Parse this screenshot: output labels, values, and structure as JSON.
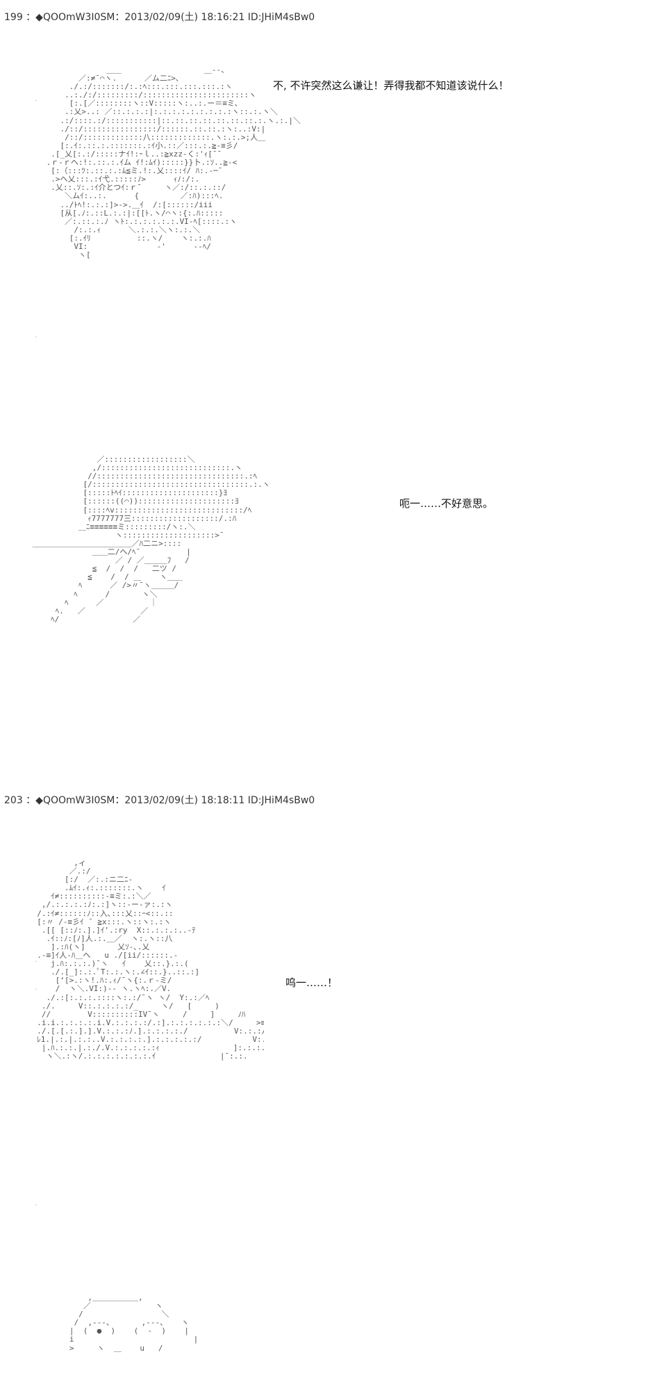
{
  "posts": [
    {
      "header": "199 ：◆QOOmW3I0SM：2013/02/09(土) 18:16:21 ID:JHiM4sBw0",
      "speech": [
        "不, 不许突然这么谦让！弄得我都不知道该说什么！",
        "呃一……不好意思。"
      ],
      "art": [
        "              ＿＿                  ＿-‐、\n        ／:≠¯⌒ヽ.      ／ム二ﾆ>､\n      ./.:/:::::::/:.:ﾍ:::.:::.:::.:::.:ヽ\n     ..:./:/:::::::::/:::::::::::::::::::::::ヽ\n      [:.[／::::::::ヽ::V:::::ヽ:..:.ー＝≡ミ､\n     .:乂>..: ／::.:.:.:|:.:.:.:.:.:.:.:.:ヽ::.:.ヽ＼\n    .:/::::.:/:::::::::::|::.::.::.::.::.::.::.:.ヽ.:.|＼\n    ./::/::::::::::::::::/::::::.::.::.:ヽ:..:V:|\n     /::/:::::::::::::八:::::::::::::.ヽ:.:.>;人＿\n    [:.ｲ:.::.:.:::::::.:ｲ小.::／:::.:.≧‐≡彡/\n  .[_乂[:.:/:::::ナｲ!:ｰｌ..:≧xzz‐く:'ｨ[¯¯\n .ｒ‐ｒヘ:!:.::.:.ｲム ｲ!:ﾑｲ):::::}}卜.:ｿ..≧‐<\n  [:（:::ﾂ:.::.:.:ﾑ≦ミ.!:.乂::::ｲ/ ﾊ:.‐─¯\n  .>ヘ乂:::.:ｲ弋.:::::ﾉ>      ｨﾉ:/:.\n  .乂::.ｿ:.:ｲ介とつｲ:ｒ¯     ヽ／:/::.:.::/\n     ＼ムｲ:..:.      {         ／:ﾊ):::ﾍ.\n    ../ﾄﾍ!:.:.:]>‐>.＿ｲ  /:[::::::/iii\n    [从[.ﾉ:.::L.:.:|:[[ﾄ.ヽ/⌒ヽ:{:.ﾊ:::::\n     ／:.::.:.ﾉ ヽﾄ:.:.:.:.:.:.VI‐ﾍ[::::.:ヽ\n       /:.:.ｨ      ＼.:.:.＼ヽ:.:.＼\n      [:.ｲﾘ          ::.ヽ/    ヽ:.:.ﾊ\n       VI:               ‐'      ‐‐ﾍ/\n        ヽ[",
        "               ／::::::::::::::::::＼\n              ,/::::::::::::::::::::::::::::.ヽ\n             //::::::::::::::::::::::::::::::::.:ﾍ\n            [/::::::::::::::::::::::::::::::::::.:.ヽ\n            [:::::ﾄﾍｲ:::::::::::::::::::::}ﾖ\n            [::::::((⌒)):::::::::::::::::::::ﾖ\n            [::::ﾍv::::::::::::::::::::::::::::/ﾍ\n             ｨ7777777三:::::::::::::::::::/.:ﾊ\n           ＿ﾆ≡≡≡≡≡≡ミ:::::::::/ヽ:.＼\n                   ヽ::::::::::::::::::::>¯\n ＿＿＿＿＿＿＿＿＿＿＿＿＿／ﾊ二ニ>::::\n              ＿＿二/ヘ/ﾍ¯          |\n                   ／ / ／＿＿＿ﾌ   /\n              ≦  /  /  /   二ツ /\n             ≦    /  / ＿    ヽ＿＿\n           ﾍ      ／ />〃¯ヽ＿＿＿/\n          ﾍ      /       ヽ＼\n        ﾍ      ／          ｜\n      ﾍ.   ／            ／\n     ﾍ/                ／"
      ]
    },
    {
      "header": "203 ：◆QOOmW3I0SM：2013/02/09(土) 18:18:11 ID:JHiM4sBw0",
      "speech": [
        "呜一……！"
      ],
      "art": [
        "          ,ィ\n         ／.:/\n        [:/  ／:.:ニ二ﾆ‐\n        .ﾑｲ:.ｨ:.:::::::.ヽ    ｲ\n     ｲ≠::::::::::‐≡ミ:.:＼／\n   ,/.:.:.:.:ﾉ:.:]ヽ::‐ー‐ァ:.:ヽ\n  /.:ｲ≠::::::ﾉ::入､:::乂::ｰ<::.::\n  [:〃 /‐≡彡ｲ ¯ ≧x:::.ヽ::ヽ:.:ヽ\n   .[[ [::ﾉ:.].]ｲ'.:ry  X::.:.:.:..‐ﾃ\n    .ｲ::ﾉ:[ﾉ]人.:.＿／  ヽ:.ヽ::八\n     ].:ﾊ(ヽ]       乂ｿ‐､.乂\n  .‐≡]ｲ人‐ﾊ＿へ   u ./[ii/::::::.‐\n     j.ﾊ:.:.:.)¯ヽ   ｲ    乂::.}.:.(\n     ./.[_]:.:.ﾟT:.:.ヽ:.∠ｲ::.}..::.:]\n      [‘[>.:ヽ!.ﾊ:.ｨ/¯ヽ{:.ｒ‐ミ/\n      /  ヽ＼.VI:)‐‐ ヽ.ヽﾍ:.／V.\n    ./.:[:.:.:.::::ヽ:.:/¯ヽ ヽ/  Y:.:／ﾍ\n   ./.     V::.:.:.:.:/_     ヽ/   [     )\n   //        V::::::::::IV¯ヽ     /     ]     ﾉﾊ\n  .i.i.:.:.:.:.i.V.:.:.:.:/.:].:.:.:.:.:.:＼/     >≡彡/::\n  ./.[.[.:.].].V.:.:.:ﾉ.].:.:.:.:./          V:.:.:/.:.\n  ﾚ1.|.:.|.:.:..V.:.:.:.:.].:.:.:.:.:/           V:.[.:.:.:/\n   |.ﾊ.:.:.|.:./.V.:.:.:.:.:ｨ                ]:.:.:.:.:/\n    ヽ＼.:ヽ/.:.:.:.:.:.:.:.ｲ              |¯:.:.",
        "       ,＿＿＿＿＿＿,\n      ／              ヽ\n     /                 ＼\n    /  ,‐‐‐、      ,‐‐‐、   ヽ\n   |  (  ●  )    (  ‐  )    |\n   i                          |\n   >     ヽ  ＿    u   /"
      ]
    }
  ]
}
